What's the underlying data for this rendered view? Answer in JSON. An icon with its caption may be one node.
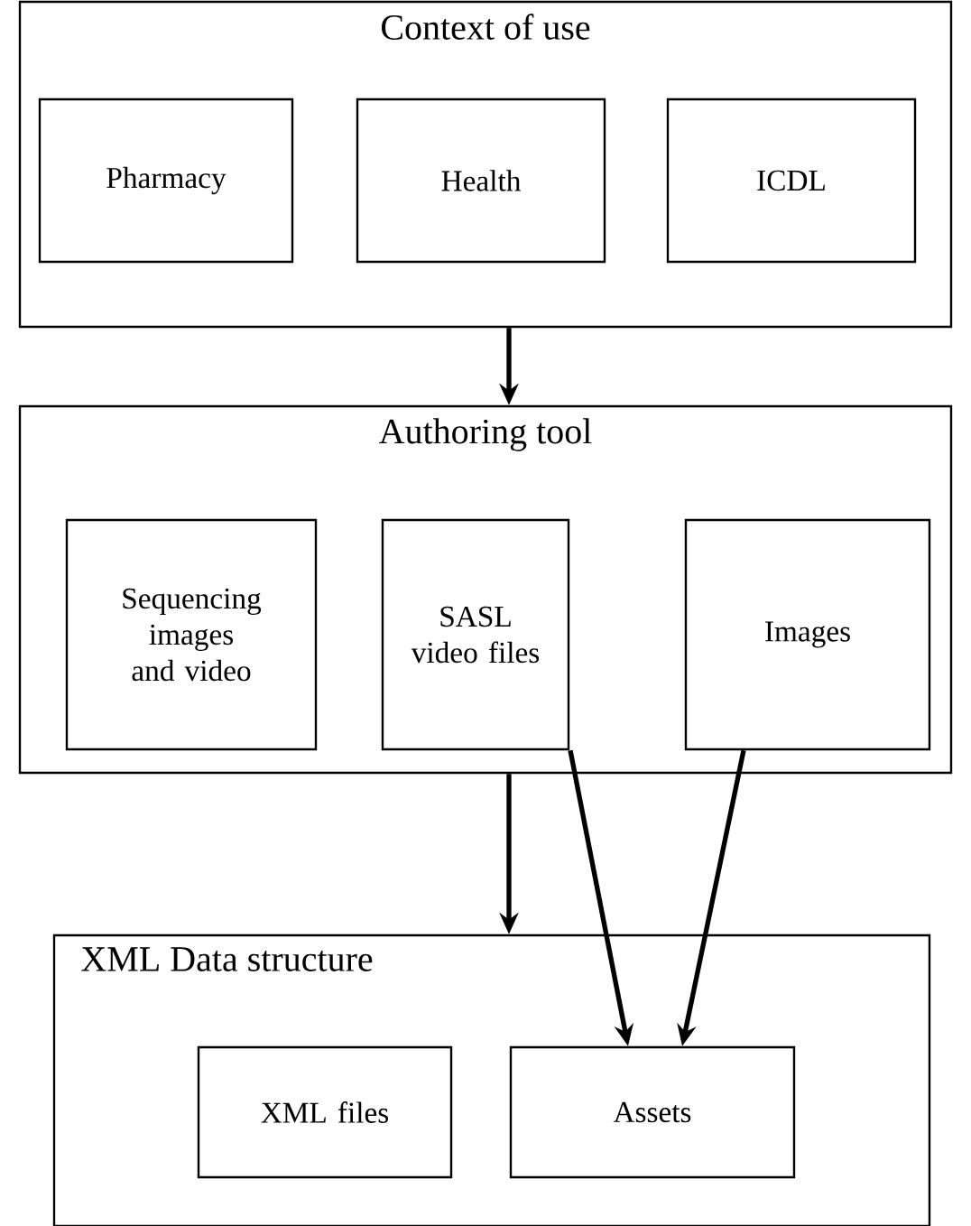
{
  "diagram": {
    "nodes": [
      {
        "text": [
          "Context of use"
        ]
      },
      {
        "text": [
          "Pharmacy"
        ],
        "in": 0
      },
      {
        "text": [
          "Health"
        ],
        "in": 0
      },
      {
        "text": [
          "ICDL"
        ],
        "in": 0
      },
      {
        "text": [
          "Authoring tool"
        ]
      },
      {
        "text": [
          "Sequencing images and video"
        ],
        "in": 4
      },
      {
        "text": [
          "SASL video files"
        ],
        "in": 4
      },
      {
        "text": [
          "Images"
        ],
        "in": 4
      },
      {
        "text": [
          "XML Data structure"
        ]
      },
      {
        "text": [
          "XML files"
        ],
        "in": 8
      },
      {
        "text": [
          "Assets"
        ],
        "in": 8
      }
    ],
    "edges": [
      {
        "from": 0,
        "to": 4,
        "arrow": "to"
      },
      {
        "from": 4,
        "to": 8,
        "arrow": "to"
      },
      {
        "from": 6,
        "to": 10,
        "arrow": "to"
      },
      {
        "from": 7,
        "to": 10,
        "arrow": "to"
      }
    ]
  }
}
